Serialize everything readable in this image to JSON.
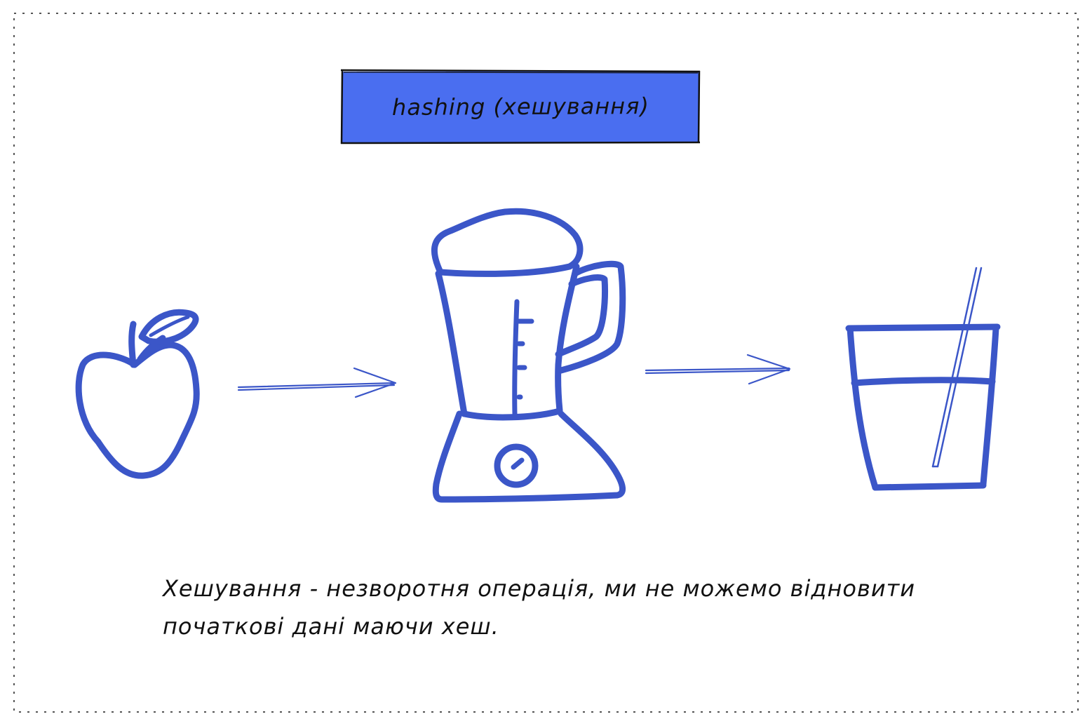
{
  "diagram": {
    "title": "hashing (хешування)",
    "caption_line1": "Хешування - незворотня операція, ми не можемо відновити",
    "caption_line2": "початкові дані маючи хеш.",
    "colors": {
      "stroke": "#3b56c8",
      "title_fill": "#4a6ef0",
      "frame": "#555555",
      "text": "#111111"
    },
    "icons": [
      "apple-icon",
      "arrow-icon",
      "blender-icon",
      "arrow-icon",
      "glass-with-straw-icon"
    ]
  }
}
